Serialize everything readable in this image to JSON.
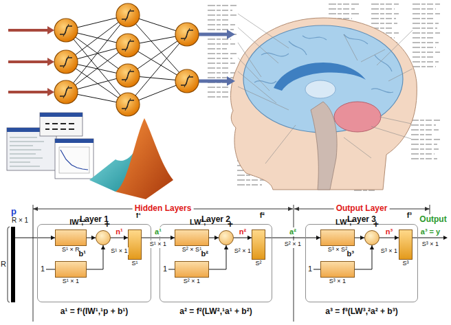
{
  "diagram": {
    "nodes": [
      {
        "text": [
          "p",
          "R × 1"
        ]
      },
      {
        "text": [
          "Layer 1"
        ]
      },
      {
        "text": [
          "IW¹,¹",
          "S¹ × R"
        ],
        "in": 1
      },
      {
        "text": [
          "b¹",
          "S¹ × 1"
        ],
        "in": 1
      },
      {
        "text": [
          "+"
        ],
        "in": 1
      },
      {
        "text": [
          "f¹",
          "S¹"
        ],
        "in": 1
      },
      {
        "text": [
          "Layer 2"
        ]
      },
      {
        "text": [
          "LW²,¹",
          "S² × S¹"
        ],
        "in": 6
      },
      {
        "text": [
          "b²",
          "S² × 1"
        ],
        "in": 6
      },
      {
        "text": [
          "+"
        ],
        "in": 6
      },
      {
        "text": [
          "f²",
          "S²"
        ],
        "in": 6
      },
      {
        "text": [
          "Layer 3"
        ]
      },
      {
        "text": [
          "LW³,²",
          "S³ × S²"
        ],
        "in": 11
      },
      {
        "text": [
          "b³",
          "S³ × 1"
        ],
        "in": 11
      },
      {
        "text": [
          "+"
        ],
        "in": 11
      },
      {
        "text": [
          "f³",
          "S³"
        ],
        "in": 11
      }
    ],
    "edges": [
      {
        "from": 0,
        "to": 2,
        "arrow": "to"
      },
      {
        "from": 2,
        "to": 4,
        "arrow": "to"
      },
      {
        "from": 3,
        "to": 4,
        "arrow": "to"
      },
      {
        "from": 4,
        "to": 5,
        "arrow": "to",
        "label": "n¹"
      },
      {
        "from": 5,
        "to": 7,
        "arrow": "to",
        "label": "a¹"
      },
      {
        "from": 7,
        "to": 9,
        "arrow": "to"
      },
      {
        "from": 8,
        "to": 9,
        "arrow": "to"
      },
      {
        "from": 9,
        "to": 10,
        "arrow": "to",
        "label": "n²"
      },
      {
        "from": 10,
        "to": 12,
        "arrow": "to",
        "label": "a²"
      },
      {
        "from": 12,
        "to": 14,
        "arrow": "to"
      },
      {
        "from": 13,
        "to": 14,
        "arrow": "to"
      },
      {
        "from": 14,
        "to": 15,
        "arrow": "to",
        "label": "n³"
      }
    ],
    "labels": [
      "Hidden Layers",
      "Output Layer",
      "Output",
      "R",
      "1",
      "S¹ × 1",
      "S¹ × 1",
      "1",
      "S² × 1",
      "S² × 1",
      "1",
      "S³ × 1",
      "a³ = y",
      "S³ × 1",
      "a¹ = f¹(IW¹,¹p + b¹)",
      "a² = f²(LW²,¹a¹ + b²)",
      "a³ = f³(LW³,²a² + b³)"
    ]
  }
}
